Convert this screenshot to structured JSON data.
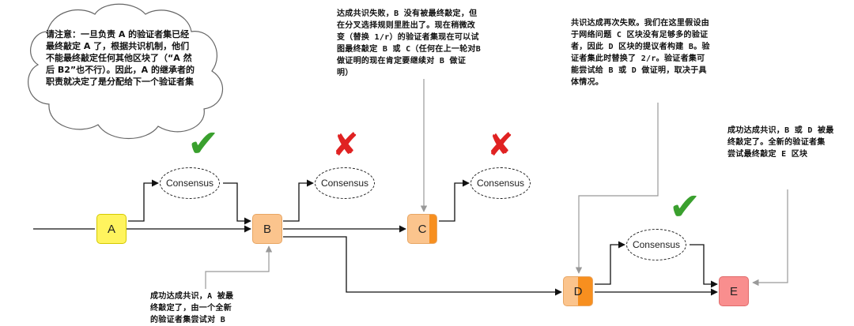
{
  "cloud": {
    "text": "请注意：一旦负责 A 的验证者集已经最终敲定 A 了，根据共识机制，他们不能最终敲定任何其他区块了（“A 然后 B2”也不行）。因此，A 的继承者的职责就决定了是分配给下一个验证者集"
  },
  "notes": {
    "c_failure": [
      "达成共识失败，B 没有被最终敲定，但",
      "在分叉选择规则里胜出了。现在稍微改",
      "变（替换 1/r）的验证者集现在可以试",
      "图最终敲定 B 或 C（任何在上一轮对B",
      "做证明的现在肯定要继续对 B 做证",
      "明）"
    ],
    "d_failure": [
      "共识达成再次失败。我们在这里假设由",
      "于网络问题 C 区块没有足够多的验证",
      "者，因此 D 区块的提议者构建 B。验",
      "证者集此时替换了 2/r。验证者集可",
      "能尝试给 B 或 D 做证明，取决于具",
      "体情况。"
    ],
    "e_success": [
      "成功达成共识，B 或 D 被最",
      "终敲定了。全新的验证者集",
      "尝试最终敲定 E 区块"
    ],
    "b_success": [
      "成功达成共识，A 被最",
      "终敲定了，由一个全新",
      "的验证者集尝试对 B"
    ]
  },
  "blocks": {
    "a": "A",
    "b": "B",
    "c": "C",
    "d": "D",
    "e": "E"
  },
  "consensus": {
    "label": "Consensus"
  },
  "colors": {
    "yellow": "#fff45e",
    "light_orange": "#fbc48d",
    "orange": "#f78f1f",
    "pink": "#f98e8e",
    "check": "#3aa02e",
    "cross": "#e02222"
  }
}
